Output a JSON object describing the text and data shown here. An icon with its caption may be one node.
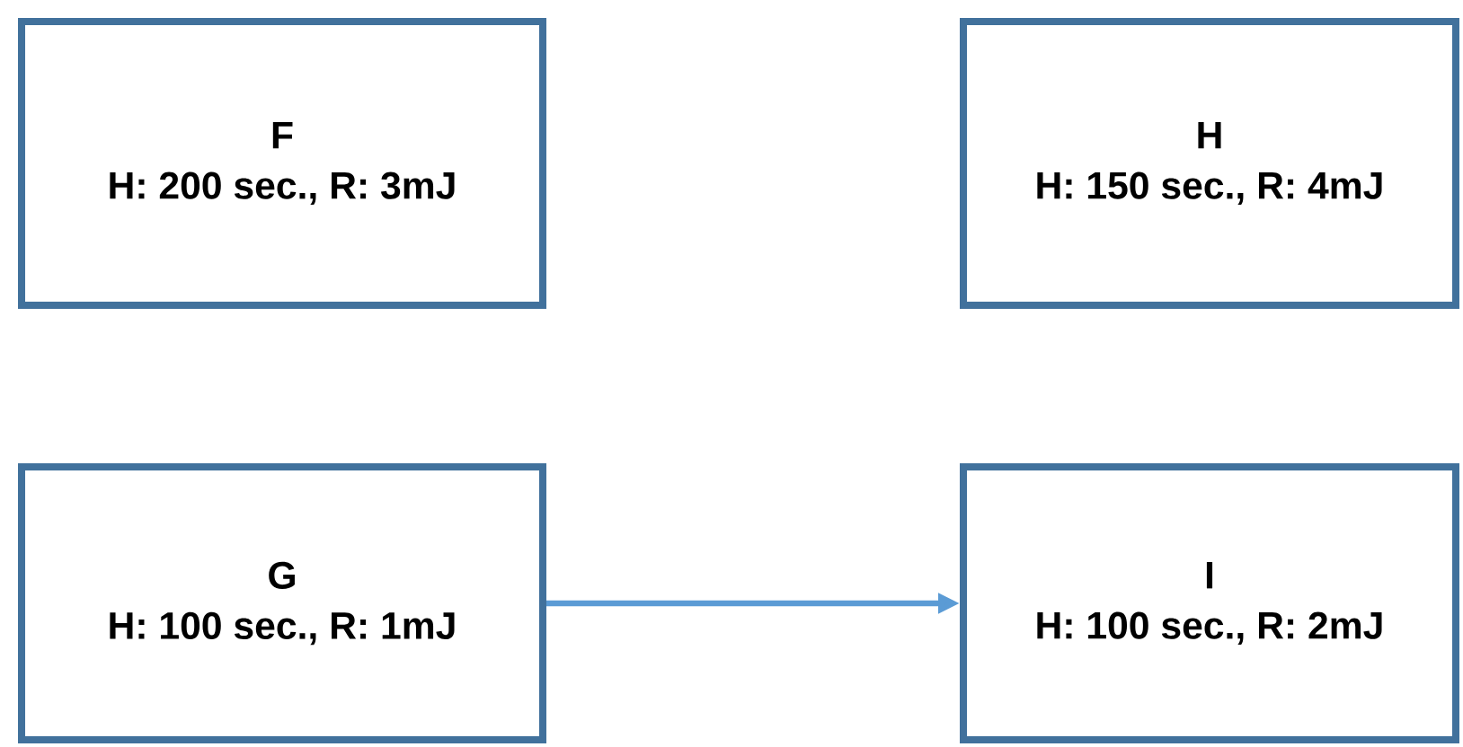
{
  "diagram": {
    "nodes": [
      {
        "text": [
          "F",
          "H: 200 sec., R: 3mJ"
        ]
      },
      {
        "text": [
          "H",
          "H: 150 sec., R: 4mJ"
        ]
      },
      {
        "text": [
          "G",
          "H: 100 sec., R: 1mJ"
        ]
      },
      {
        "text": [
          "I",
          "H: 100 sec., R: 2mJ"
        ]
      }
    ],
    "edges": [
      {
        "from": 2,
        "to": 3,
        "arrow": "to"
      }
    ]
  }
}
